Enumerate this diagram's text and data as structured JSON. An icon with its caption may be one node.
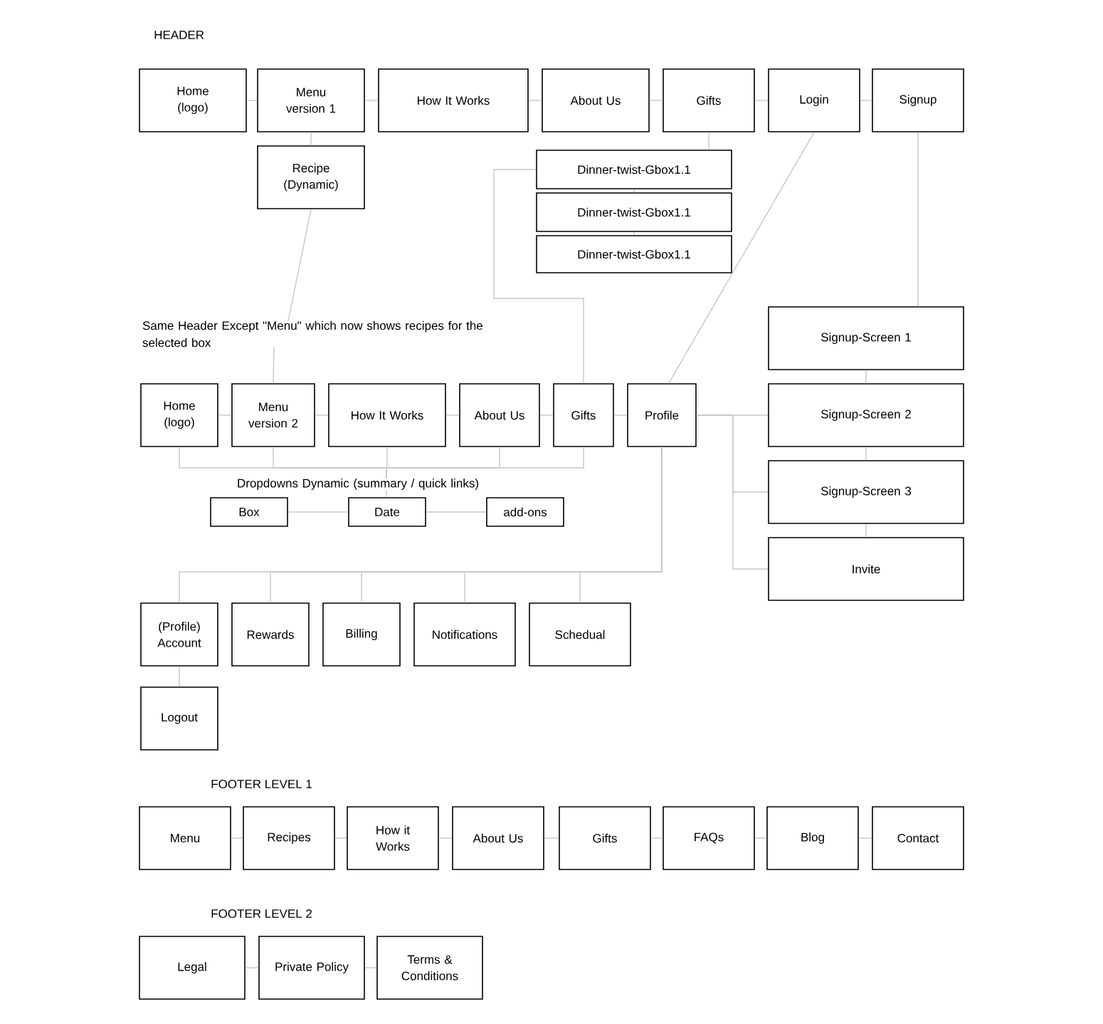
{
  "diagram": {
    "nodes": [
      {
        "text": [
          "Home (logo)"
        ]
      },
      {
        "text": [
          "Menu version 1"
        ]
      },
      {
        "text": [
          "How It Works"
        ]
      },
      {
        "text": [
          "About Us"
        ]
      },
      {
        "text": [
          "Gifts"
        ]
      },
      {
        "text": [
          "Login"
        ]
      },
      {
        "text": [
          "Signup"
        ]
      },
      {
        "text": [
          "Recipe (Dynamic)"
        ]
      },
      {
        "text": [
          "Dinner-twist-Gbox1.1"
        ]
      },
      {
        "text": [
          "Dinner-twist-Gbox1.1"
        ]
      },
      {
        "text": [
          "Dinner-twist-Gbox1.1"
        ]
      },
      {
        "text": [
          "Same Header Except \"Menu\" which now shows recipes for the selected box"
        ]
      },
      {
        "text": [
          "Home (logo)"
        ]
      },
      {
        "text": [
          "Menu version 2"
        ]
      },
      {
        "text": [
          "How It Works"
        ]
      },
      {
        "text": [
          "About Us"
        ]
      },
      {
        "text": [
          "Gifts"
        ]
      },
      {
        "text": [
          "Profile"
        ]
      },
      {
        "text": [
          "Signup-Screen 1"
        ]
      },
      {
        "text": [
          "Signup-Screen 2"
        ]
      },
      {
        "text": [
          "Signup-Screen 3"
        ]
      },
      {
        "text": [
          "Invite"
        ]
      },
      {
        "text": [
          "Dropdowns Dynamic (summary / quick links)"
        ]
      },
      {
        "text": [
          "Box"
        ]
      },
      {
        "text": [
          "Date"
        ]
      },
      {
        "text": [
          "add-ons"
        ]
      },
      {
        "text": [
          "(Profile) Account"
        ]
      },
      {
        "text": [
          "Rewards"
        ]
      },
      {
        "text": [
          "Billing"
        ]
      },
      {
        "text": [
          "Notifications"
        ]
      },
      {
        "text": [
          "Schedual"
        ]
      },
      {
        "text": [
          "Logout"
        ]
      },
      {
        "text": [
          "Menu"
        ]
      },
      {
        "text": [
          "Recipes"
        ]
      },
      {
        "text": [
          "How it Works"
        ]
      },
      {
        "text": [
          "About Us"
        ]
      },
      {
        "text": [
          "Gifts"
        ]
      },
      {
        "text": [
          "FAQs"
        ]
      },
      {
        "text": [
          "Blog"
        ]
      },
      {
        "text": [
          "Contact"
        ]
      },
      {
        "text": [
          "Legal"
        ]
      },
      {
        "text": [
          "Private Policy"
        ]
      },
      {
        "text": [
          "Terms & Conditions"
        ]
      }
    ],
    "edges": [
      {
        "from": 0,
        "to": 1,
        "arrow": "none"
      },
      {
        "from": 1,
        "to": 2,
        "arrow": "none"
      },
      {
        "from": 2,
        "to": 3,
        "arrow": "none"
      },
      {
        "from": 3,
        "to": 4,
        "arrow": "none"
      },
      {
        "from": 4,
        "to": 5,
        "arrow": "none"
      },
      {
        "from": 5,
        "to": 6,
        "arrow": "none"
      },
      {
        "from": 1,
        "to": 7,
        "arrow": "none"
      },
      {
        "from": 4,
        "to": 8,
        "arrow": "none"
      },
      {
        "from": 8,
        "to": 9,
        "arrow": "none"
      },
      {
        "from": 9,
        "to": 10,
        "arrow": "none"
      },
      {
        "from": 8,
        "to": 16,
        "arrow": "none"
      },
      {
        "from": 5,
        "to": 17,
        "arrow": "none"
      },
      {
        "from": 6,
        "to": 18,
        "arrow": "none"
      },
      {
        "from": 18,
        "to": 19,
        "arrow": "none"
      },
      {
        "from": 19,
        "to": 20,
        "arrow": "none"
      },
      {
        "from": 20,
        "to": 21,
        "arrow": "none"
      },
      {
        "from": 7,
        "to": 11,
        "arrow": "none"
      },
      {
        "from": 11,
        "to": 13,
        "arrow": "none"
      },
      {
        "from": 12,
        "to": 13,
        "arrow": "none"
      },
      {
        "from": 13,
        "to": 14,
        "arrow": "none"
      },
      {
        "from": 14,
        "to": 15,
        "arrow": "none"
      },
      {
        "from": 15,
        "to": 16,
        "arrow": "none"
      },
      {
        "from": 16,
        "to": 17,
        "arrow": "none"
      },
      {
        "from": 17,
        "to": 19,
        "arrow": "none"
      },
      {
        "from": 17,
        "to": 20,
        "arrow": "none"
      },
      {
        "from": 17,
        "to": 21,
        "arrow": "none"
      },
      {
        "from": 12,
        "to": 22,
        "arrow": "none"
      },
      {
        "from": 13,
        "to": 22,
        "arrow": "none"
      },
      {
        "from": 14,
        "to": 22,
        "arrow": "none"
      },
      {
        "from": 15,
        "to": 22,
        "arrow": "none"
      },
      {
        "from": 16,
        "to": 22,
        "arrow": "none"
      },
      {
        "from": 22,
        "to": 24,
        "arrow": "none"
      },
      {
        "from": 23,
        "to": 24,
        "arrow": "none"
      },
      {
        "from": 24,
        "to": 25,
        "arrow": "none"
      },
      {
        "from": 17,
        "to": 26,
        "arrow": "none"
      },
      {
        "from": 17,
        "to": 27,
        "arrow": "none"
      },
      {
        "from": 17,
        "to": 28,
        "arrow": "none"
      },
      {
        "from": 17,
        "to": 29,
        "arrow": "none"
      },
      {
        "from": 17,
        "to": 30,
        "arrow": "none"
      },
      {
        "from": 26,
        "to": 31,
        "arrow": "none"
      },
      {
        "from": 32,
        "to": 33,
        "arrow": "none"
      },
      {
        "from": 33,
        "to": 34,
        "arrow": "none"
      },
      {
        "from": 34,
        "to": 35,
        "arrow": "none"
      },
      {
        "from": 35,
        "to": 36,
        "arrow": "none"
      },
      {
        "from": 36,
        "to": 37,
        "arrow": "none"
      },
      {
        "from": 37,
        "to": 38,
        "arrow": "none"
      },
      {
        "from": 38,
        "to": 39,
        "arrow": "none"
      },
      {
        "from": 40,
        "to": 41,
        "arrow": "none"
      },
      {
        "from": 41,
        "to": 42,
        "arrow": "none"
      }
    ],
    "labels": [
      "HEADER",
      "FOOTER LEVEL 1",
      "FOOTER LEVEL 2"
    ]
  }
}
